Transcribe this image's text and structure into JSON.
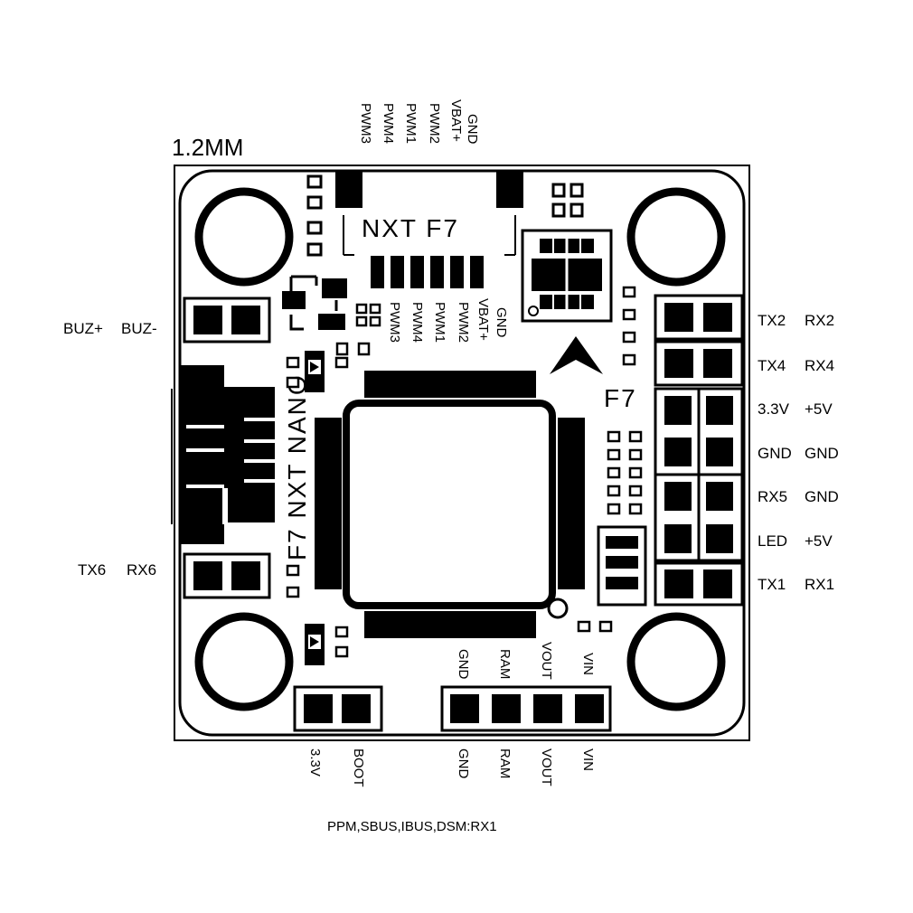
{
  "dimension_label": "1.2MM",
  "board_name": "NXT F7",
  "board_vertical_label": "F7 NXT NANO",
  "f7_mark": "F7",
  "top_header": {
    "pins": [
      "GND",
      "VBAT+",
      "PWM2",
      "PWM1",
      "PWM4",
      "PWM3"
    ]
  },
  "inner_header": {
    "pins": [
      "GND",
      "VBAT+",
      "PWM2",
      "PWM1",
      "PWM4",
      "PWM3"
    ]
  },
  "left_pads": {
    "buzzer": {
      "plus": "BUZ+",
      "minus": "BUZ-"
    },
    "uart6": {
      "tx": "TX6",
      "rx": "RX6"
    }
  },
  "right_pads": {
    "rows": [
      {
        "left": "TX2",
        "right": "RX2"
      },
      {
        "left": "TX4",
        "right": "RX4"
      },
      {
        "left": "3.3V",
        "right": "+5V"
      },
      {
        "left": "GND",
        "right": "GND"
      },
      {
        "left": "RX5",
        "right": "GND"
      },
      {
        "left": "LED",
        "right": "+5V"
      },
      {
        "left": "TX1",
        "right": "RX1"
      }
    ]
  },
  "bottom_pads": {
    "left_group": [
      "3.3V",
      "BOOT"
    ],
    "right_group_inner": [
      "GND",
      "RAM",
      "VOUT",
      "VIN"
    ],
    "right_group_outer": [
      "GND",
      "RAM",
      "VOUT",
      "VIN"
    ]
  },
  "footnote": "PPM,SBUS,IBUS,DSM:RX1"
}
